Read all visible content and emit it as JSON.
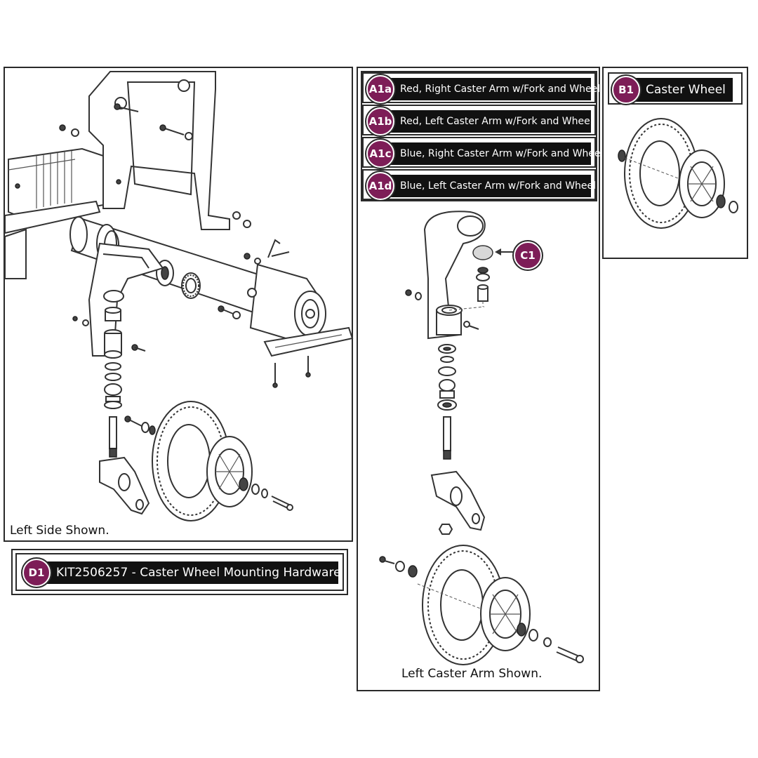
{
  "callouts": {
    "a1a": {
      "code": "A1a",
      "text": "Red, Right Caster Arm w/Fork and Wheel"
    },
    "a1b": {
      "code": "A1b",
      "text": "Red, Left Caster Arm w/Fork and Wheel"
    },
    "a1c": {
      "code": "A1c",
      "text": "Blue, Right Caster Arm w/Fork and Wheel"
    },
    "a1d": {
      "code": "A1d",
      "text": "Blue, Left Caster Arm w/Fork and Wheel"
    },
    "b1": {
      "code": "B1",
      "text": "Caster Wheel"
    },
    "c1": {
      "code": "C1"
    },
    "d1": {
      "code": "D1",
      "text": "KIT2506257 - Caster Wheel Mounting Hardware"
    }
  },
  "captions": {
    "left_panel": "Left Side Shown.",
    "middle_panel": "Left Caster Arm Shown."
  },
  "colors": {
    "badge": "#7d1d57",
    "label_bar": "#111111",
    "outline": "#2a2a2a"
  }
}
